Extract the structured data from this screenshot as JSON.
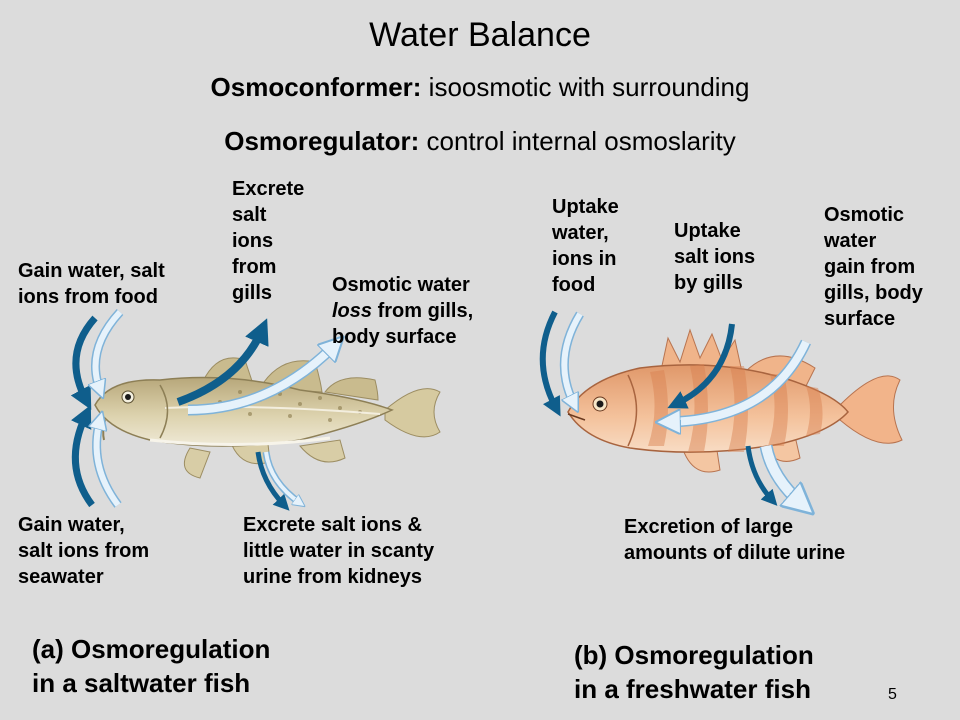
{
  "title": "Water Balance",
  "definitions": [
    {
      "term": "Osmoconformer:",
      "text": " isoosmotic with surrounding"
    },
    {
      "term": "Osmoregulator:",
      "text": " control internal osmoslarity"
    }
  ],
  "saltwater": {
    "labels": {
      "gain_food": [
        "Gain water, salt",
        "ions from food"
      ],
      "excrete_gills": [
        "Excrete",
        "salt",
        "ions",
        "from",
        "gills"
      ],
      "osmotic_loss": {
        "line1": "Osmotic water",
        "line2_italic": "loss",
        "line2_rest": " from gills,",
        "line3": "body surface"
      },
      "gain_seawater": [
        "Gain water,",
        "salt ions from",
        "seawater"
      ],
      "excrete_kidneys": [
        "Excrete salt ions &",
        "little water in scanty",
        "urine from kidneys"
      ]
    },
    "caption": [
      "(a) Osmoregulation",
      "in a saltwater fish"
    ]
  },
  "freshwater": {
    "labels": {
      "uptake_food": [
        "Uptake",
        "water,",
        "ions in",
        "food"
      ],
      "uptake_gills": [
        "Uptake",
        "salt ions",
        "by gills"
      ],
      "osmotic_gain": [
        "Osmotic",
        "water",
        "gain from",
        "gills, body",
        "surface"
      ],
      "excretion_urine": [
        "Excretion of large",
        "amounts of dilute urine"
      ]
    },
    "caption": [
      "(b) Osmoregulation",
      "in a freshwater fish"
    ]
  },
  "page_number": "5",
  "colors": {
    "salt_arrow": "#0f5e8c",
    "water_arrow": "#cfe6f7",
    "water_arrow_edge": "#7fb3d9",
    "cod_body": "#d4c89c",
    "perch_body": "#f2b98e"
  }
}
